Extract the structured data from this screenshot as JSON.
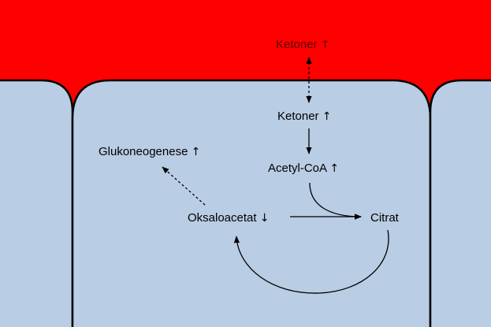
{
  "colors": {
    "blood": "#ff0000",
    "cell": "#b9cde4",
    "outline": "#000000",
    "label_blood": "#5a0000",
    "label_cell": "#000000"
  },
  "labels": {
    "ketoner_blood": {
      "text": "Ketoner",
      "arrow": "↑"
    },
    "ketoner_cell": {
      "text": "Ketoner",
      "arrow": "↑"
    },
    "acetyl_coa": {
      "text": "Acetyl-CoA",
      "arrow": "↑"
    },
    "glukoneogenese": {
      "text": "Glukoneogenese",
      "arrow": "↑"
    },
    "oksaloacetat": {
      "text": "Oksaloacetat",
      "arrow": "↓"
    },
    "citrat": {
      "text": "Citrat"
    }
  }
}
